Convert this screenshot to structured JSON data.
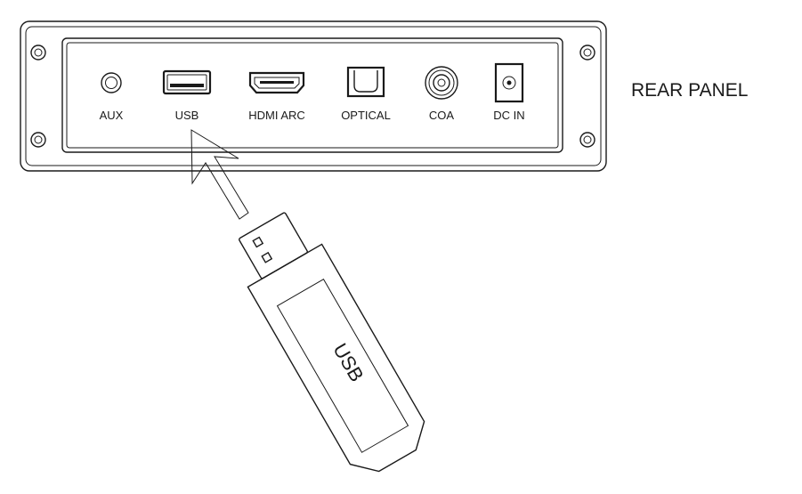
{
  "panel": {
    "title": "REAR PANEL",
    "ports": [
      {
        "label": "AUX",
        "icon": "aux-jack-icon"
      },
      {
        "label": "USB",
        "icon": "usb-port-icon"
      },
      {
        "label": "HDMI ARC",
        "icon": "hdmi-port-icon"
      },
      {
        "label": "OPTICAL",
        "icon": "optical-port-icon"
      },
      {
        "label": "COA",
        "icon": "coaxial-jack-icon"
      },
      {
        "label": "DC IN",
        "icon": "dc-power-jack-icon"
      }
    ]
  },
  "usb_stick": {
    "label": "USB"
  },
  "colors": {
    "line": "#1a1a1a",
    "background": "#ffffff"
  }
}
